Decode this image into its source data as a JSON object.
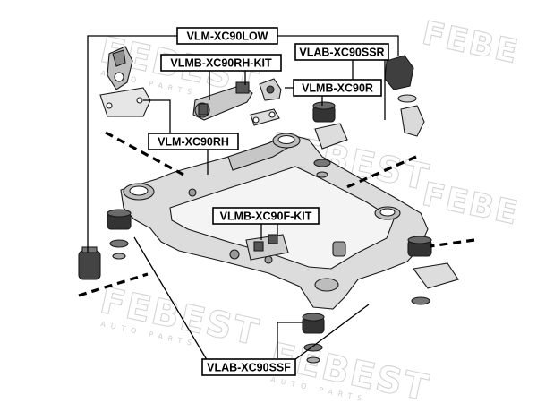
{
  "diagram": {
    "watermark": {
      "brand": "FEBEST",
      "tagline": "AUTO PARTS"
    },
    "labels": {
      "vlm_xc90low": "VLM-XC90LOW",
      "vlmb_xc90rh_kit": "VLMB-XC90RH-KIT",
      "vlab_xc90ssr": "VLAB-XC90SSR",
      "vlmb_xc90r": "VLMB-XC90R",
      "vlm_xc90rh": "VLM-XC90RH",
      "vlmb_xc90f_kit": "VLMB-XC90F-KIT",
      "vlab_xc90ssf": "VLAB-XC90SSF"
    }
  }
}
